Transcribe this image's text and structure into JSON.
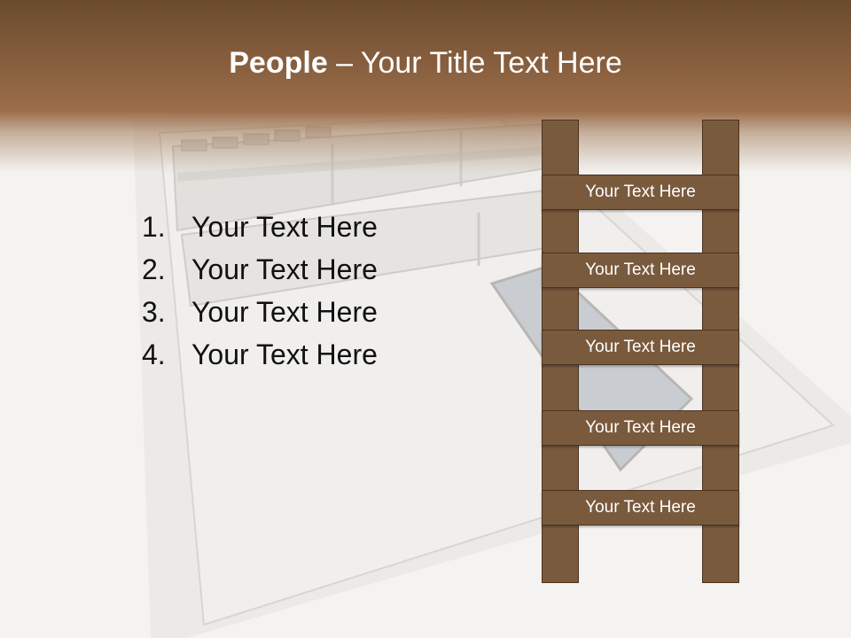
{
  "title": {
    "bold": "People",
    "rest": " – Your Title Text Here"
  },
  "list": [
    {
      "num": "1.",
      "text": "Your Text Here"
    },
    {
      "num": "2.",
      "text": "Your Text Here"
    },
    {
      "num": "3.",
      "text": "Your Text Here"
    },
    {
      "num": "4.",
      "text": "Your Text Here"
    }
  ],
  "ladder": {
    "rungs": [
      "Your Text Here",
      "Your Text Here",
      "Your Text Here",
      "Your Text Here",
      "Your Text Here"
    ]
  },
  "colors": {
    "header": "#8a6140",
    "wood": "#7a5a3d",
    "wood_border": "#4a3320",
    "background": "#f4f3f1"
  }
}
